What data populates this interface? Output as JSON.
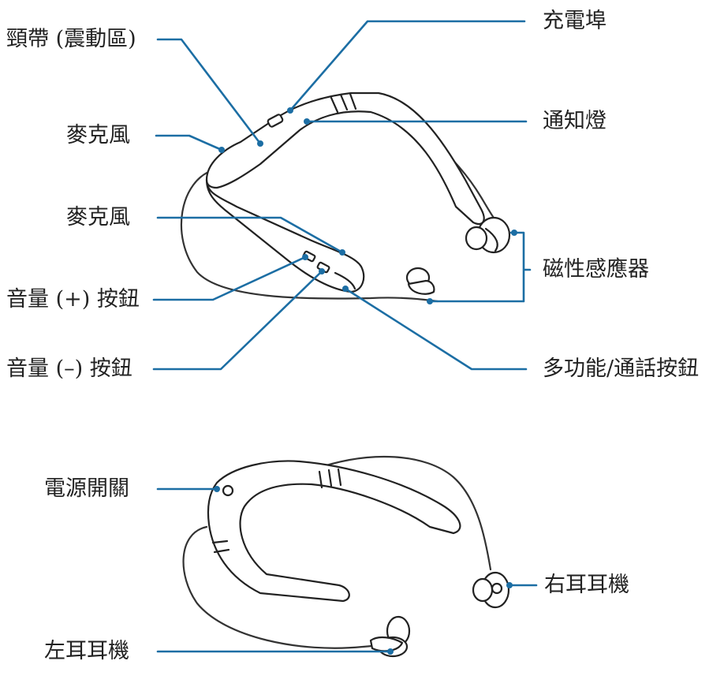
{
  "colors": {
    "leader": "#1c6ea4",
    "outline": "#222222",
    "text": "#222222",
    "background": "#ffffff"
  },
  "top_view": {
    "labels": {
      "neckband": "頸帶 (震動區)",
      "charging_port": "充電埠",
      "mic_upper": "麥克風",
      "notification_light": "通知燈",
      "mic_lower": "麥克風",
      "magnetic_sensor": "磁性感應器",
      "volume_up": "音量 (+) 按鈕",
      "volume_down": "音量 (–) 按鈕",
      "multi_function": "多功能/通話按鈕"
    }
  },
  "bottom_view": {
    "labels": {
      "power_switch": "電源開關",
      "right_earbud": "右耳耳機",
      "left_earbud": "左耳耳機"
    }
  }
}
